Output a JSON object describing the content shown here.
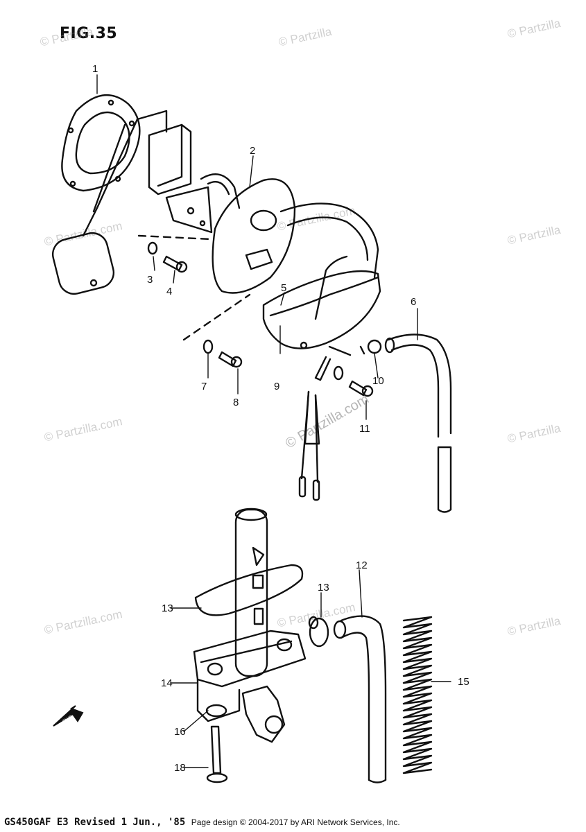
{
  "figure_title": "FIG.35",
  "footer": {
    "model_text": "GS450GAF E3  Revised 1 Jun., '85",
    "page_design_text": "Page design © 2004-2017 by ARI Network Services, Inc."
  },
  "watermark": {
    "small_text": "© Partzilla",
    "large_text": "© Partzilla.com",
    "mid_text": "© Partzilla.com"
  },
  "part_callouts": [
    "1",
    "2",
    "3",
    "4",
    "5",
    "6",
    "7",
    "8",
    "9",
    "10",
    "11",
    "12",
    "13",
    "13",
    "14",
    "15",
    "16",
    "18"
  ],
  "direction_arrow_text": "FWD"
}
